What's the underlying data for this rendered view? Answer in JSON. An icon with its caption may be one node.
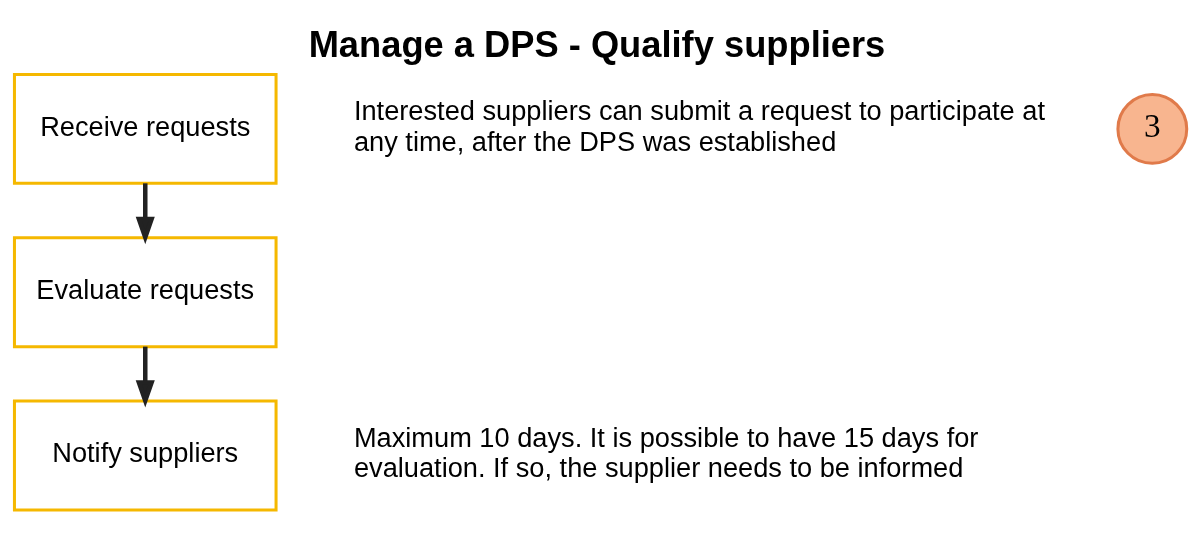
{
  "diagram": {
    "title": "Manage a DPS - Qualify suppliers",
    "nodes": [
      {
        "text": [
          "Receive requests"
        ],
        "beside": [
          "Interested suppliers can submit a request to participate at any time, after the DPS was established"
        ]
      },
      {
        "text": [
          "Evaluate requests"
        ]
      },
      {
        "text": [
          "Notify suppliers"
        ],
        "beside": [
          "Maximum 10 days. It is possible to have 15 days for evaluation. If so, the supplier needs to be informed"
        ]
      },
      {
        "text": [
          "3"
        ]
      }
    ],
    "edges": [
      {
        "from": 0,
        "to": 1,
        "arrow": "to"
      },
      {
        "from": 1,
        "to": 2,
        "arrow": "to"
      }
    ]
  }
}
